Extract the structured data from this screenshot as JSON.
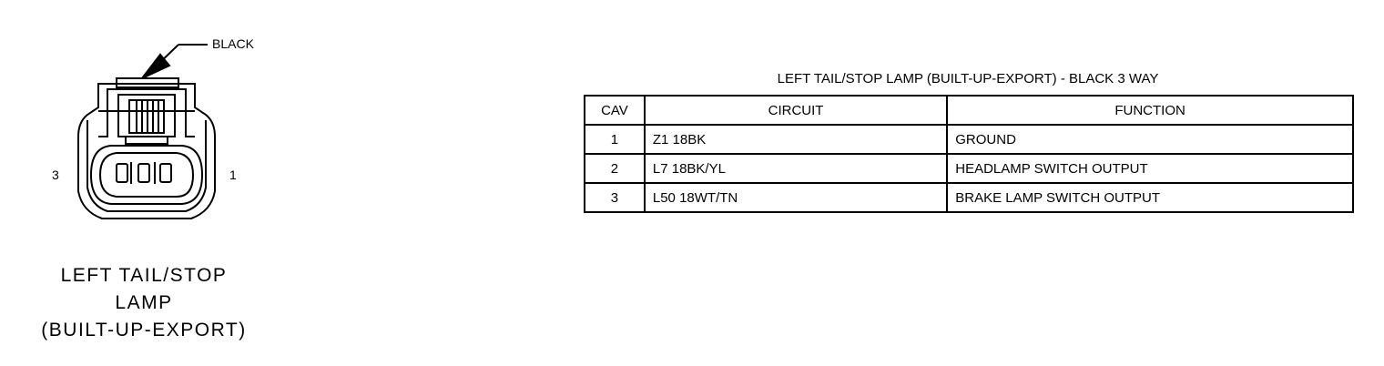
{
  "connector": {
    "color_label": "BLACK",
    "pin_left": "3",
    "pin_right": "1",
    "caption_lines": [
      "LEFT TAIL/STOP",
      "LAMP",
      "(BUILT-UP-EXPORT)"
    ]
  },
  "table": {
    "title": "LEFT TAIL/STOP LAMP (BUILT-UP-EXPORT) - BLACK 3 WAY",
    "headers": [
      "CAV",
      "CIRCUIT",
      "FUNCTION"
    ],
    "rows": [
      {
        "cav": "1",
        "circuit": "Z1 18BK",
        "function": "GROUND"
      },
      {
        "cav": "2",
        "circuit": "L7 18BK/YL",
        "function": "HEADLAMP SWITCH OUTPUT"
      },
      {
        "cav": "3",
        "circuit": "L50 18WT/TN",
        "function": "BRAKE LAMP SWITCH OUTPUT"
      }
    ]
  }
}
